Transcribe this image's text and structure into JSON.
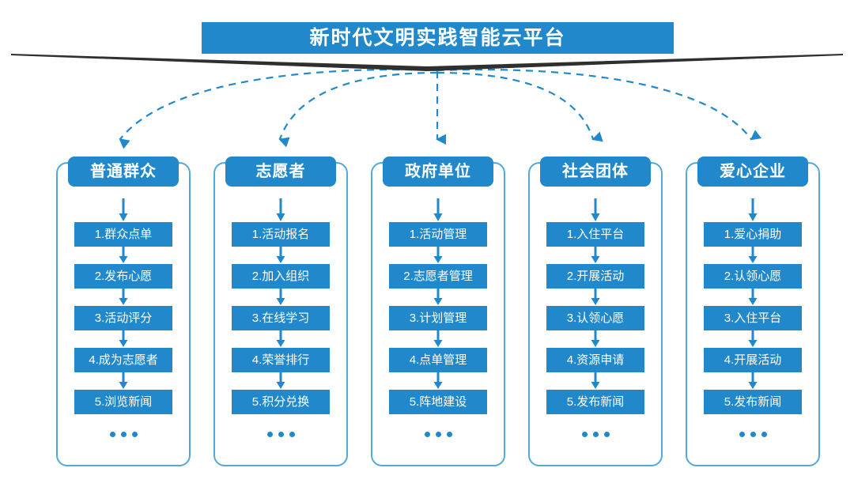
{
  "title": {
    "text": "新时代文明实践智能云平台",
    "banner_color": "#2189cb",
    "ribbon_color": "#2f2f2f",
    "text_color": "#ffffff"
  },
  "theme": {
    "accent": "#2189cb",
    "outline": "#53a9da",
    "connector": "#2189cb",
    "background": "#ffffff"
  },
  "columns": [
    {
      "header": "普通群众",
      "steps": [
        "1.群众点单",
        "2.发布心愿",
        "3.活动评分",
        "4.成为志愿者",
        "5.浏览新闻"
      ],
      "more": "..."
    },
    {
      "header": "志愿者",
      "steps": [
        "1.活动报名",
        "2.加入组织",
        "3.在线学习",
        "4.荣誉排行",
        "5.积分兑换"
      ],
      "more": "..."
    },
    {
      "header": "政府单位",
      "steps": [
        "1.活动管理",
        "2.志愿者管理",
        "3.计划管理",
        "4.点单管理",
        "5.阵地建设"
      ],
      "more": "..."
    },
    {
      "header": "社会团体",
      "steps": [
        "1.入住平台",
        "2.开展活动",
        "3.认领心愿",
        "4.资源申请",
        "5.发布新闻"
      ],
      "more": "..."
    },
    {
      "header": "爱心企业",
      "steps": [
        "1.爱心捐助",
        "2.认领心愿",
        "3.入住平台",
        "4.开展活动",
        "5.发布新闻"
      ],
      "more": "..."
    }
  ],
  "connectors": {
    "hub_label": "platform-hub",
    "style": "dashed-curved-arrow",
    "count": 5
  }
}
